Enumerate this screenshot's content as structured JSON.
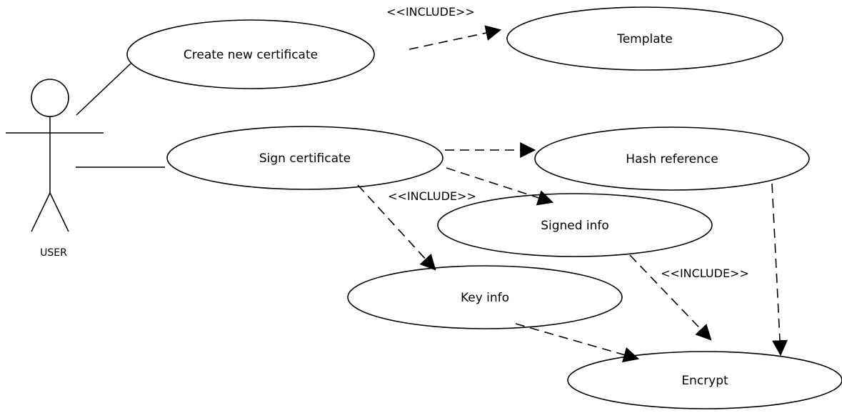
{
  "diagram": {
    "actor": {
      "label": "USER"
    },
    "use_cases": {
      "create": "Create new certificate",
      "template": "Template",
      "sign": "Sign certificate",
      "hash": "Hash reference",
      "signed": "Signed info",
      "key": "Key info",
      "encrypt": "Encrypt"
    },
    "stereotypes": {
      "include_top": "<<INCLUDE>>",
      "include_mid": "<<INCLUDE>>",
      "include_right": "<<INCLUDE>>"
    }
  }
}
